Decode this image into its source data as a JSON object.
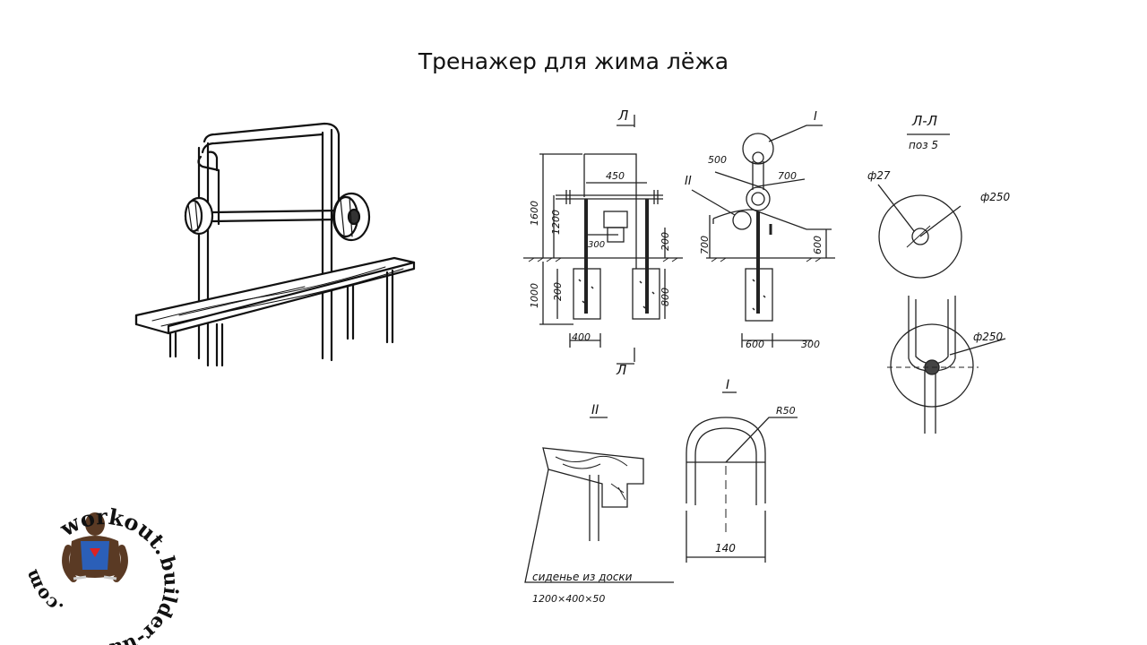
{
  "title": "Тренажер для жима лёжа",
  "drawing": {
    "section_mark_top": "Л",
    "section_mark_bottom": "Л",
    "callout_i": "I",
    "callout_ii": "II",
    "section_label": "Л-Л",
    "pos_label": "поз 5",
    "dims_front": {
      "total_height": "1600",
      "bar_height": "1200",
      "underground": "1000",
      "foot_depth": "200",
      "post_spacing": "450",
      "bench_offset": "300",
      "right_height": "200",
      "right_depth": "800",
      "base_width": "400"
    },
    "dims_side": {
      "top_left": "500",
      "top_right": "700",
      "left_height": "700",
      "right_height": "600",
      "base_width": "600",
      "offset": "300"
    },
    "dims_plate": {
      "hole_diameter": "ф27",
      "plate_diameter_top": "ф250",
      "plate_diameter_bottom": "ф250"
    },
    "detail_i": {
      "label": "I",
      "radius": "R50",
      "width": "140"
    },
    "detail_ii": {
      "label": "II",
      "note": "сиденье из доски",
      "size": "1200×400×50"
    }
  },
  "logo": {
    "text_top": "workout.",
    "text_right": "builder-ua",
    "text_left": ".com"
  }
}
